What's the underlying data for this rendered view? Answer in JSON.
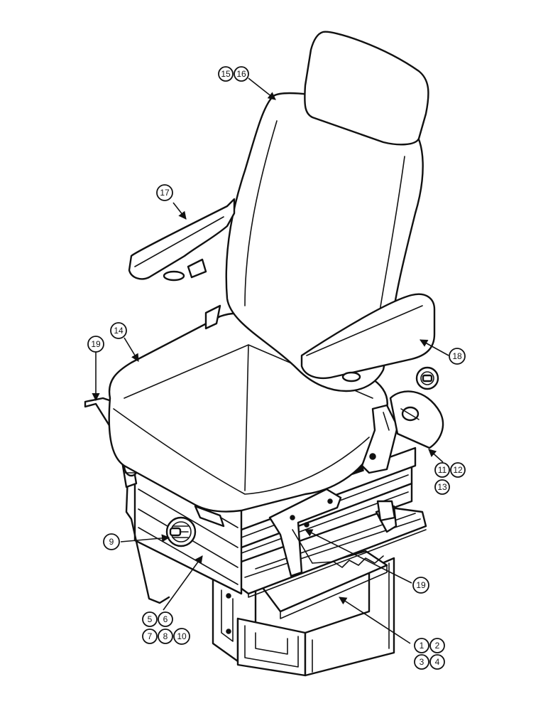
{
  "callouts": {
    "c1": "1",
    "c2": "2",
    "c3": "3",
    "c4": "4",
    "c5": "5",
    "c6": "6",
    "c7": "7",
    "c8": "8",
    "c9": "9",
    "c10": "10",
    "c11": "11",
    "c12": "12",
    "c13": "13",
    "c14": "14",
    "c15": "15",
    "c16": "16",
    "c17": "17",
    "c18": "18",
    "c19a": "19",
    "c19b": "19"
  }
}
